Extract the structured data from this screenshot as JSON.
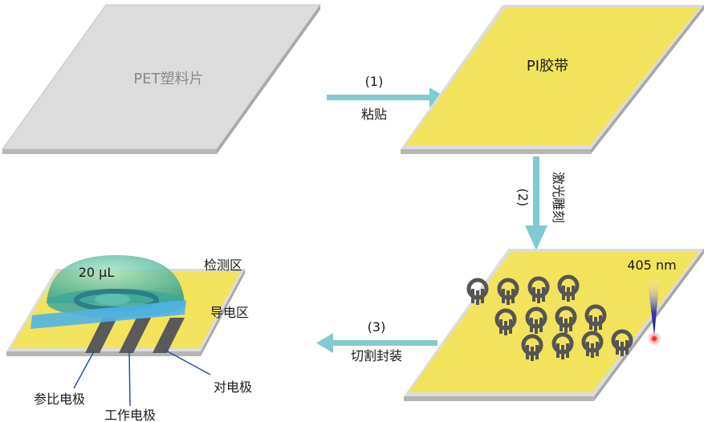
{
  "stage1": {
    "label": "PET塑料片"
  },
  "stage2": {
    "label": "PI胶带"
  },
  "step1": {
    "number": "(1)",
    "action": "粘贴"
  },
  "step2": {
    "number": "(2)",
    "action": "激光雕刻"
  },
  "step3": {
    "number": "(3)",
    "action": "切割封装"
  },
  "laser": {
    "label": "405 nm"
  },
  "sensor": {
    "volume": "20 μL",
    "detection_zone": "检测区",
    "conductive_zone": "导电区",
    "reference_electrode": "参比电极",
    "working_electrode": "工作电极",
    "counter_electrode": "对电极"
  },
  "colors": {
    "pet_sheet": "#dcdcdc",
    "pi_tape": "#f2e35c",
    "arrow": "#7fcad3",
    "electrode": "#5a5a5a",
    "droplet": "#5cbf8a",
    "conductive_band": "#4fb2e6"
  }
}
